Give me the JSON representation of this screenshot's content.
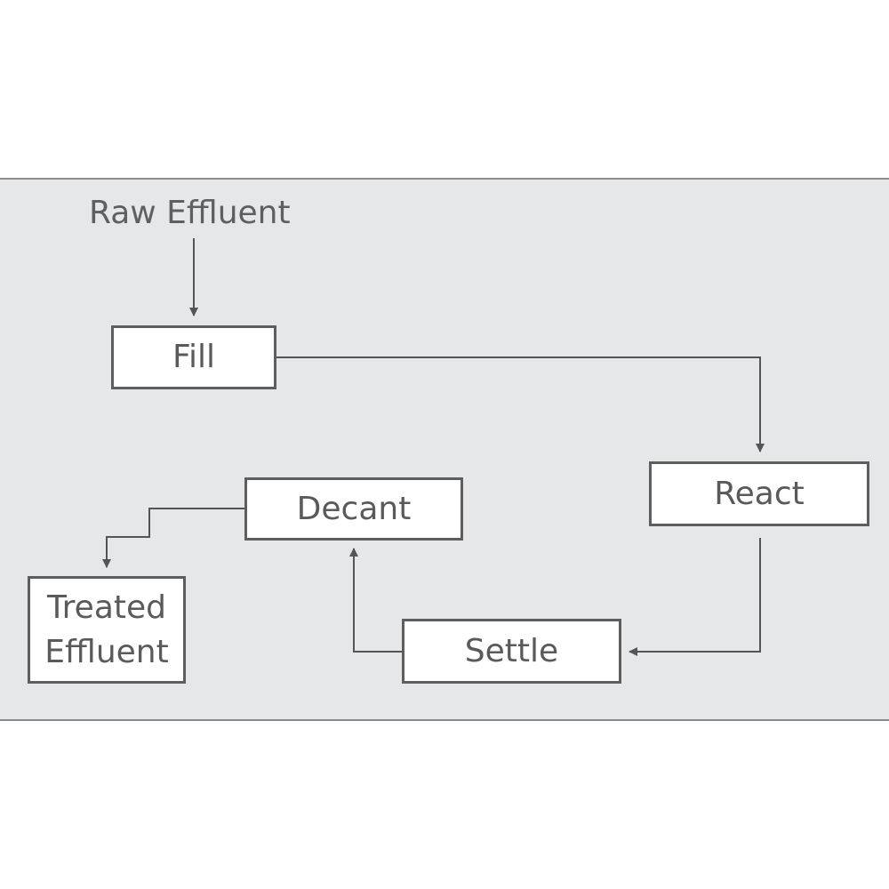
{
  "diagram": {
    "input_label": "Raw Effluent",
    "steps": {
      "fill": "Fill",
      "react": "React",
      "settle": "Settle",
      "decant": "Decant"
    },
    "output_label_line1": "Treated",
    "output_label_line2": "Effluent"
  },
  "colors": {
    "panel_background": "#e6e7e8",
    "box_border": "#5e5e5e",
    "text": "#5a5a5a",
    "connector": "#555555"
  }
}
